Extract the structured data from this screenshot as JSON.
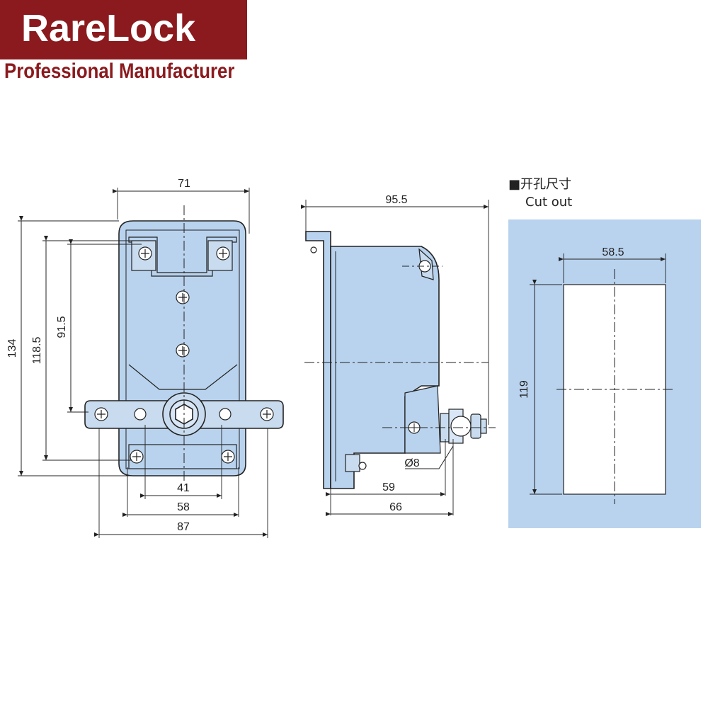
{
  "brand": {
    "name": "RareLock",
    "tagline": "Professional Manufacturer",
    "color": "#8b1a1e"
  },
  "diagram": {
    "body_fill": "#b9d3ee",
    "line_color": "#222222",
    "front_view": {
      "width": "71",
      "height_total": "134",
      "height_mid": "118.5",
      "height_inner": "91.5",
      "span_41": "41",
      "span_58": "58",
      "span_87": "87"
    },
    "side_view": {
      "depth": "95.5",
      "diameter": "Ø8",
      "depth_59": "59",
      "depth_66": "66"
    },
    "cutout": {
      "heading_cn": "■开孔尺寸",
      "heading_en": "Cut out",
      "width": "58.5",
      "height": "119"
    }
  }
}
